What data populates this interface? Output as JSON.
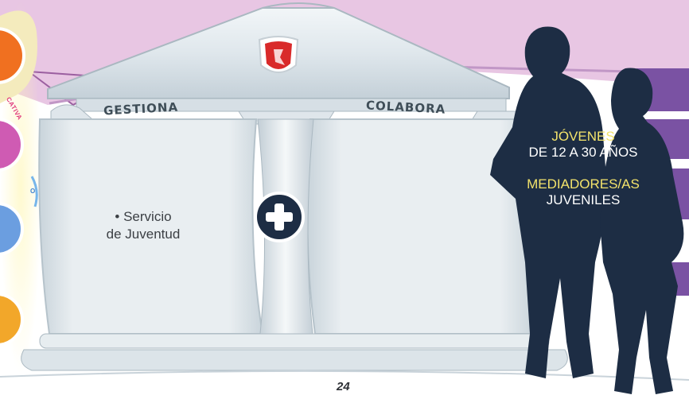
{
  "temple": {
    "left_header": "GESTIONA",
    "right_header": "COLABORA",
    "left_services": [
      "• Servicio",
      "de Juventud"
    ]
  },
  "audience": {
    "line1": "JÓVENES",
    "line2": "DE 12 A 30 AÑOS",
    "line3": "MEDIADORES/AS",
    "line4": "JUVENILES"
  },
  "side_labels": {
    "top": "CATIVA",
    "middle": "O"
  },
  "page": {
    "number": "24"
  },
  "icons": {
    "emblem": "coat-of-arms-icon",
    "plus": "plus-icon",
    "silhouette": "youth-couple-silhouette-icon"
  },
  "colors": {
    "pink_banner": "#e8c6e3",
    "purple_band": "#7a52a3",
    "navy_silhouette": "#1d2d44",
    "stone": "#d9e2e8",
    "emblem_red": "#d92a2a",
    "text_yellow": "#f3e36b"
  }
}
